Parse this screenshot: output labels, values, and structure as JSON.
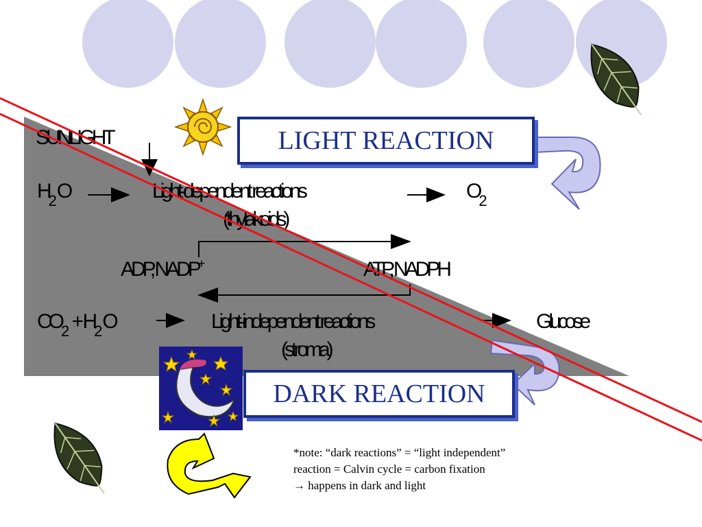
{
  "titles": {
    "light": "LIGHT REACTION",
    "dark": "DARK REACTION"
  },
  "labels": {
    "sunlight": "SUNLIGHT",
    "h2o_h": "H",
    "h2o_sub": "2",
    "h2o_o": "O",
    "light_dependent": "Light-dependent reactions",
    "thylakoids": "(thylakoids)",
    "o2_o": "O",
    "o2_sub": "2",
    "adp": "ADP, NADP",
    "adp_sup": "+",
    "atp": "ATP, NADPH",
    "co2_co": "CO",
    "co2_sub": "2",
    "plus": " + H",
    "h2o2_sub": "2",
    "h2o2_o": "O",
    "light_independent": "Light-independent reactions",
    "stroma": "(stroma)",
    "glucose": "Glucose"
  },
  "note": {
    "line1": "*note: “dark reactions” = “light independent”",
    "line2": "reaction = Calvin cycle = carbon fixation",
    "line3": "→ happens in dark and light"
  },
  "colors": {
    "circle": "#d4d4ee",
    "triangle": "#808080",
    "title_border": "#1b2e8c",
    "title_text": "#1b2e8c",
    "curved_arrow": "#c8c8f0",
    "yellow_arrow": "#ffff00",
    "red_line": "#e8141e",
    "leaf": "#2f3a1e"
  },
  "icons": [
    "sun-icon",
    "moon-stars-icon",
    "leaf-icon",
    "curved-arrow-icon"
  ]
}
